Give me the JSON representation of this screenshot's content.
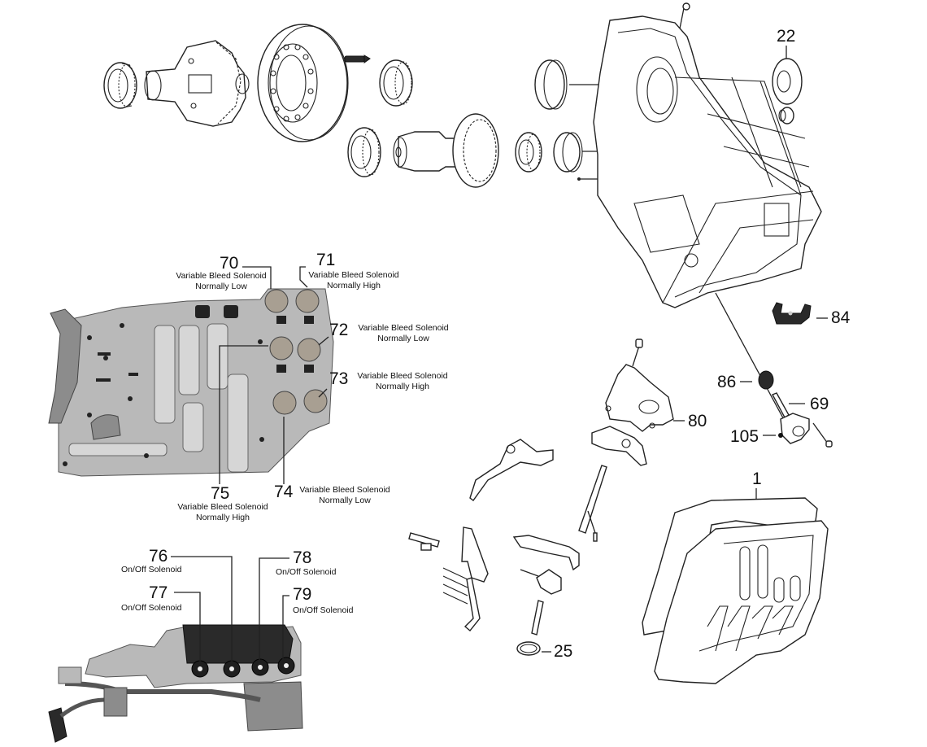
{
  "diagram": {
    "title": "Transmission exploded parts view",
    "callouts": [
      {
        "id": "c70",
        "number": "70",
        "line1": "Variable Bleed Solenoid",
        "line2": "Normally Low"
      },
      {
        "id": "c71",
        "number": "71",
        "line1": "Variable Bleed Solenoid",
        "line2": "Normally High"
      },
      {
        "id": "c72",
        "number": "72",
        "line1": "Variable Bleed Solenoid",
        "line2": "Normally Low"
      },
      {
        "id": "c73",
        "number": "73",
        "line1": "Variable Bleed Solenoid",
        "line2": "Normally High"
      },
      {
        "id": "c74",
        "number": "74",
        "line1": "Variable Bleed Solenoid",
        "line2": "Normally Low"
      },
      {
        "id": "c75",
        "number": "75",
        "line1": "Variable Bleed Solenoid",
        "line2": "Normally High"
      },
      {
        "id": "c76",
        "number": "76",
        "line1": "On/Off Solenoid"
      },
      {
        "id": "c77",
        "number": "77",
        "line1": "On/Off Solenoid"
      },
      {
        "id": "c78",
        "number": "78",
        "line1": "On/Off Solenoid"
      },
      {
        "id": "c79",
        "number": "79",
        "line1": "On/Off Solenoid"
      },
      {
        "id": "c22",
        "number": "22"
      },
      {
        "id": "c84",
        "number": "84"
      },
      {
        "id": "c86",
        "number": "86"
      },
      {
        "id": "c69",
        "number": "69"
      },
      {
        "id": "c105",
        "number": "105"
      },
      {
        "id": "c80",
        "number": "80"
      },
      {
        "id": "c1",
        "number": "1"
      },
      {
        "id": "c25",
        "number": "25"
      }
    ],
    "parts": [
      "differential-bearing-left",
      "differential-case",
      "ring-gear",
      "stud-bolt",
      "differential-bearing-right",
      "pinion-bearing",
      "output-pinion-shaft",
      "pinion-bearing-small",
      "bearing-race",
      "bearing-race-upper",
      "transmission-case",
      "oil-seal",
      "plug",
      "valve-body",
      "solenoid-pack",
      "detent-bracket",
      "range-sensor",
      "manual-shaft",
      "oil-pan",
      "o-ring"
    ]
  }
}
